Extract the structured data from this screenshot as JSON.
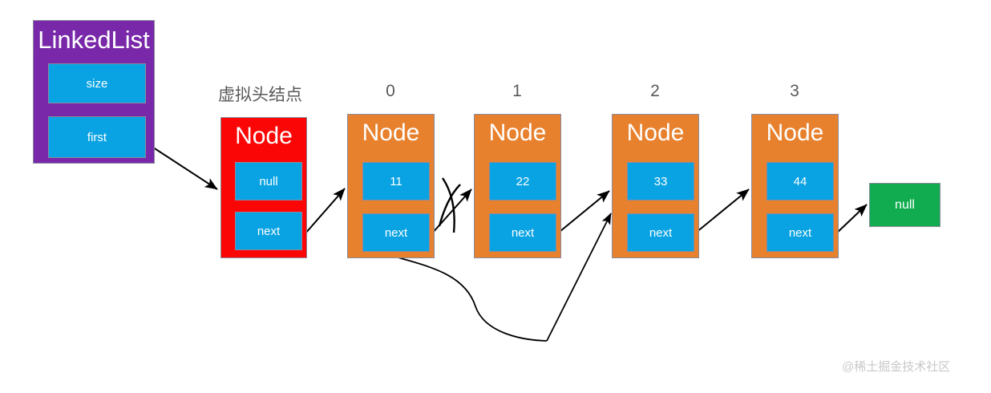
{
  "diagram": {
    "title_text": "LinkedList",
    "watermark": "@稀土掘金技术社区",
    "colors": {
      "purple": "#7828a8",
      "red": "#fb0606",
      "orange": "#e8812e",
      "blue": "#09a3e3",
      "green": "#11ac4f",
      "label_gray": "#595959",
      "watermark_gray": "#c9c9c9",
      "background": "#ffffff"
    }
  },
  "linkedlist": {
    "title": "LinkedList",
    "fields": [
      {
        "name": "size",
        "label": "size"
      },
      {
        "name": "first",
        "label": "first"
      }
    ]
  },
  "dummy_head": {
    "caption": "虚拟头结点",
    "title": "Node",
    "value_label": "null",
    "next_label": "next"
  },
  "nodes": [
    {
      "index_label": "0",
      "title": "Node",
      "value_label": "11",
      "next_label": "next"
    },
    {
      "index_label": "1",
      "title": "Node",
      "value_label": "22",
      "next_label": "next"
    },
    {
      "index_label": "2",
      "title": "Node",
      "value_label": "33",
      "next_label": "next"
    },
    {
      "index_label": "3",
      "title": "Node",
      "value_label": "44",
      "next_label": "next"
    }
  ],
  "terminal": {
    "label": "null"
  },
  "arrows": {
    "first_to_dummy": "LinkedList.first -> dummy head Node",
    "dummy_to_node0": "dummy.next -> node 0",
    "node0_to_node1_crossed": "node 0.next -> node 1 (crossed out)",
    "node1_to_node2": "node 1.next -> node 2",
    "node0_curved_to_node2": "node 0.next -> node 2 (new link)",
    "node2_to_node3": "node 2.next -> node 3",
    "node3_to_null": "node 3.next -> null"
  }
}
